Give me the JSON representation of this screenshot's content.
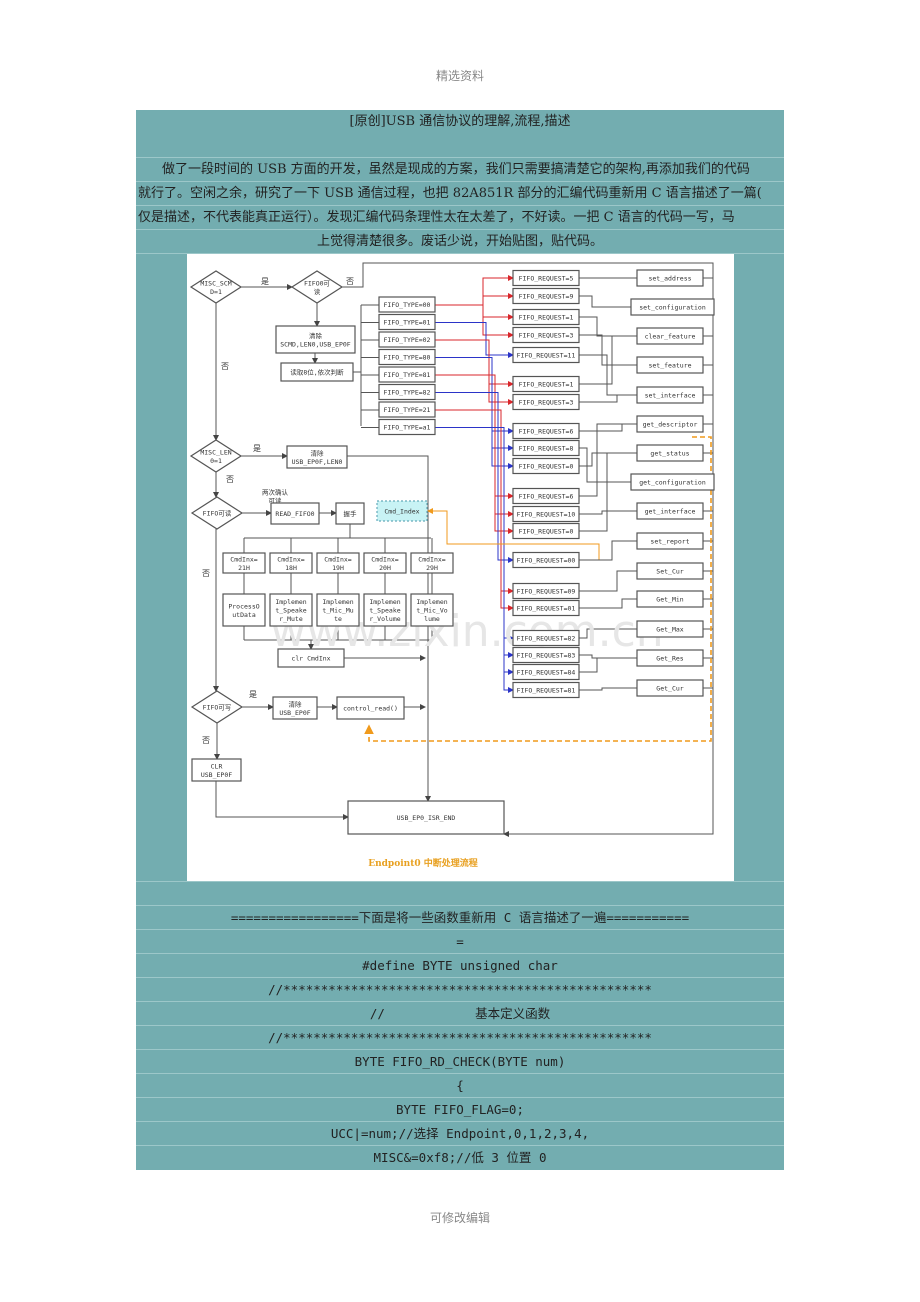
{
  "page_header": "精选资料",
  "page_footer": "可修改编辑",
  "article": {
    "title": "[原创]USB 通信协议的理解,流程,描述",
    "paragraph_lines": [
      "做了一段时间的 USB 方面的开发，虽然是现成的方案，我们只需要搞清楚它的架构,再添加我们的代码",
      "就行了。空闲之余，研究了一下 USB 通信过程，也把 82A851R 部分的汇编代码重新用 C 语言描述了一篇(",
      "仅是描述，不代表能真正运行）。发现汇编代码条理性太在太差了，不好读。一把 C 语言的代码一写，马",
      "上觉得清楚很多。废话少说，开始贴图，贴代码。"
    ]
  },
  "diagram": {
    "caption": "Endpoint0 中断处理流程",
    "watermark": "www.zixin.com.cn",
    "yes": "是",
    "no": "否",
    "decisions": {
      "misc_scmd": [
        "MISC_SCM",
        "D=1"
      ],
      "fifo0_readable": [
        "FIFO0可",
        "读"
      ],
      "misc_len": [
        "MISC_LEN",
        "0=1"
      ],
      "fifo_readable": [
        "FIFO可读"
      ],
      "fifo_writable": [
        "FIFO可写"
      ]
    },
    "boxes": {
      "clear_scmd": [
        "清除",
        "SCMD,LEN0,USB_EP0F"
      ],
      "read8": [
        "读取8位,依次判断"
      ],
      "clear_ep0f_len0": [
        "清除",
        "USB_EP0F,LEN0"
      ],
      "confirm_label": [
        "两次确认",
        "可读"
      ],
      "read_fifo0": [
        "READ_FIFO0"
      ],
      "handshake": [
        "握手"
      ],
      "cmd_index": [
        "Cmd_Index"
      ],
      "clr_cmdinx": [
        "clr CmdInx"
      ],
      "clear_ep0f": [
        "清除",
        "USB_EP0F"
      ],
      "control_read": [
        "control_read()"
      ],
      "clr_usb_ep0f": [
        "CLR",
        "USB_EP0F"
      ],
      "isr_end": [
        "USB_EP0_ISR_END"
      ]
    },
    "fifo_types": [
      "FIFO_TYPE=00",
      "FIFO_TYPE=01",
      "FIFO_TYPE=02",
      "FIFO_TYPE=80",
      "FIFO_TYPE=81",
      "FIFO_TYPE=82",
      "FIFO_TYPE=21",
      "FIFO_TYPE=a1"
    ],
    "cmdinx": [
      [
        "CmdInx=",
        "21H"
      ],
      [
        "CmdInx=",
        "18H"
      ],
      [
        "CmdInx=",
        "19H"
      ],
      [
        "CmdInx=",
        "20H"
      ],
      [
        "CmdInx=",
        "29H"
      ]
    ],
    "handlers": [
      [
        "ProcessO",
        "utData"
      ],
      [
        "Implemen",
        "t_Speake",
        "r_Mute"
      ],
      [
        "Implemen",
        "t_Mic_Mu",
        "te"
      ],
      [
        "Implemen",
        "t_Speake",
        "r_Volume"
      ],
      [
        "Implemen",
        "t_Mic_Vo",
        "lume"
      ]
    ],
    "fifo_requests": [
      "FIFO_REQUEST=5",
      "FIFO_REQUEST=9",
      "FIFO_REQUEST=1",
      "FIFO_REQUEST=3",
      "FIFO_REQUEST=11",
      "FIFO_REQUEST=1",
      "FIFO_REQUEST=3",
      "FIFO_REQUEST=6",
      "FIFO_REQUEST=8",
      "FIFO_REQUEST=0",
      "FIFO_REQUEST=6",
      "FIFO_REQUEST=10",
      "FIFO_REQUEST=0",
      "FIFO_REQUEST=00",
      "FIFO_REQUEST=09",
      "FIFO_REQUEST=01",
      "FIFO_REQUEST=82",
      "FIFO_REQUEST=83",
      "FIFO_REQUEST=84",
      "FIFO_REQUEST=81"
    ],
    "functions": [
      "set_address",
      "set_configuration",
      "clear_feature",
      "set_feature",
      "set_interface",
      "get_descriptor",
      "get_status",
      "get_configuration",
      "get_interface",
      "set_report",
      "Set_Cur",
      "Get_Min",
      "Get_Max",
      "Get_Res",
      "Get_Cur"
    ],
    "colors": {
      "red": "#d9262b",
      "blue": "#2b34c8",
      "orange": "#f09a1c",
      "cyan": "#c8f3f5",
      "line": "#555555"
    }
  },
  "code": {
    "separator_line1": "=================下面是将一些函数重新用 C 语言描述了一遍===========",
    "separator_line2": "=",
    "lines": [
      "#define BYTE unsigned char",
      "//*************************************************",
      "//            基本定义函数",
      "//*************************************************",
      "BYTE FIFO_RD_CHECK(BYTE num)",
      "{",
      "BYTE FIFO_FLAG=0;",
      "UCC|=num;//选择 Endpoint,0,1,2,3,4,",
      "MISC&=0xf8;//低 3 位置 0"
    ]
  }
}
